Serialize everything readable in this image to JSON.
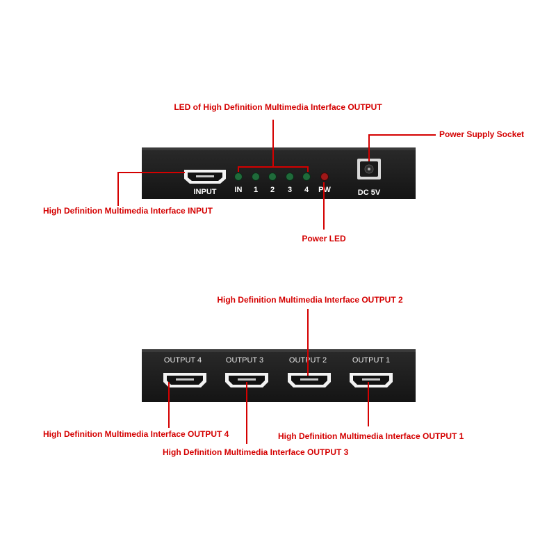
{
  "front_panel": {
    "input_label": "INPUT",
    "led_labels": [
      "IN",
      "1",
      "2",
      "3",
      "4",
      "PW"
    ],
    "dc_label": "DC 5V"
  },
  "back_panel": {
    "output_labels": [
      "OUTPUT 4",
      "OUTPUT 3",
      "OUTPUT 2",
      "OUTPUT 1"
    ]
  },
  "callouts": {
    "led_output": "LED of High Definition Multimedia Interface OUTPUT",
    "power_socket": "Power Supply Socket",
    "hdmi_input": "High Definition Multimedia Interface INPUT",
    "power_led": "Power LED",
    "output2": "High Definition Multimedia Interface OUTPUT 2",
    "output4": "High Definition Multimedia Interface OUTPUT 4",
    "output1": "High Definition Multimedia Interface OUTPUT 1",
    "output3": "High Definition Multimedia Interface OUTPUT 3"
  },
  "colors": {
    "callout": "#d40000",
    "panel": "#1c1c1c",
    "led_green": "#1f6b3a",
    "led_red": "#a01818"
  }
}
